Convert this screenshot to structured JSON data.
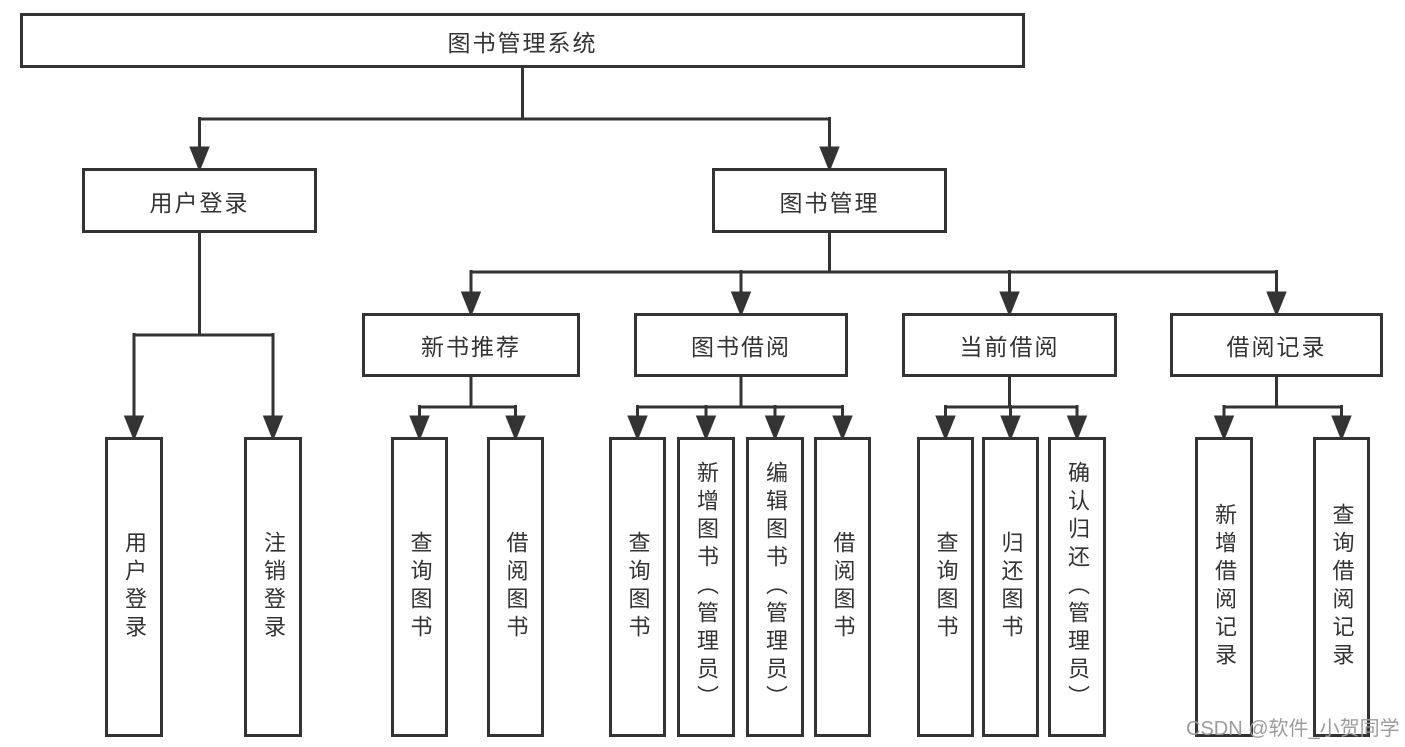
{
  "tree": {
    "label": "图书管理系统",
    "children": [
      {
        "label": "用户登录",
        "children": [
          {
            "label": "用户登录"
          },
          {
            "label": "注销登录"
          }
        ]
      },
      {
        "label": "图书管理",
        "children": [
          {
            "label": "新书推荐",
            "children": [
              {
                "label": "查询图书"
              },
              {
                "label": "借阅图书"
              }
            ]
          },
          {
            "label": "图书借阅",
            "children": [
              {
                "label": "查询图书"
              },
              {
                "label": "新增图书（管理员）"
              },
              {
                "label": "编辑图书（管理员）"
              },
              {
                "label": "借阅图书"
              }
            ]
          },
          {
            "label": "当前借阅",
            "children": [
              {
                "label": "查询图书"
              },
              {
                "label": "归还图书"
              },
              {
                "label": "确认归还（管理员）"
              }
            ]
          },
          {
            "label": "借阅记录",
            "children": [
              {
                "label": "新增借阅记录"
              },
              {
                "label": "查询借阅记录"
              }
            ]
          }
        ]
      }
    ]
  },
  "watermark": {
    "text": "CSDN @软件_小贺同学"
  },
  "colors": {
    "line": "#333333",
    "watermark": "#9c9c9c"
  }
}
